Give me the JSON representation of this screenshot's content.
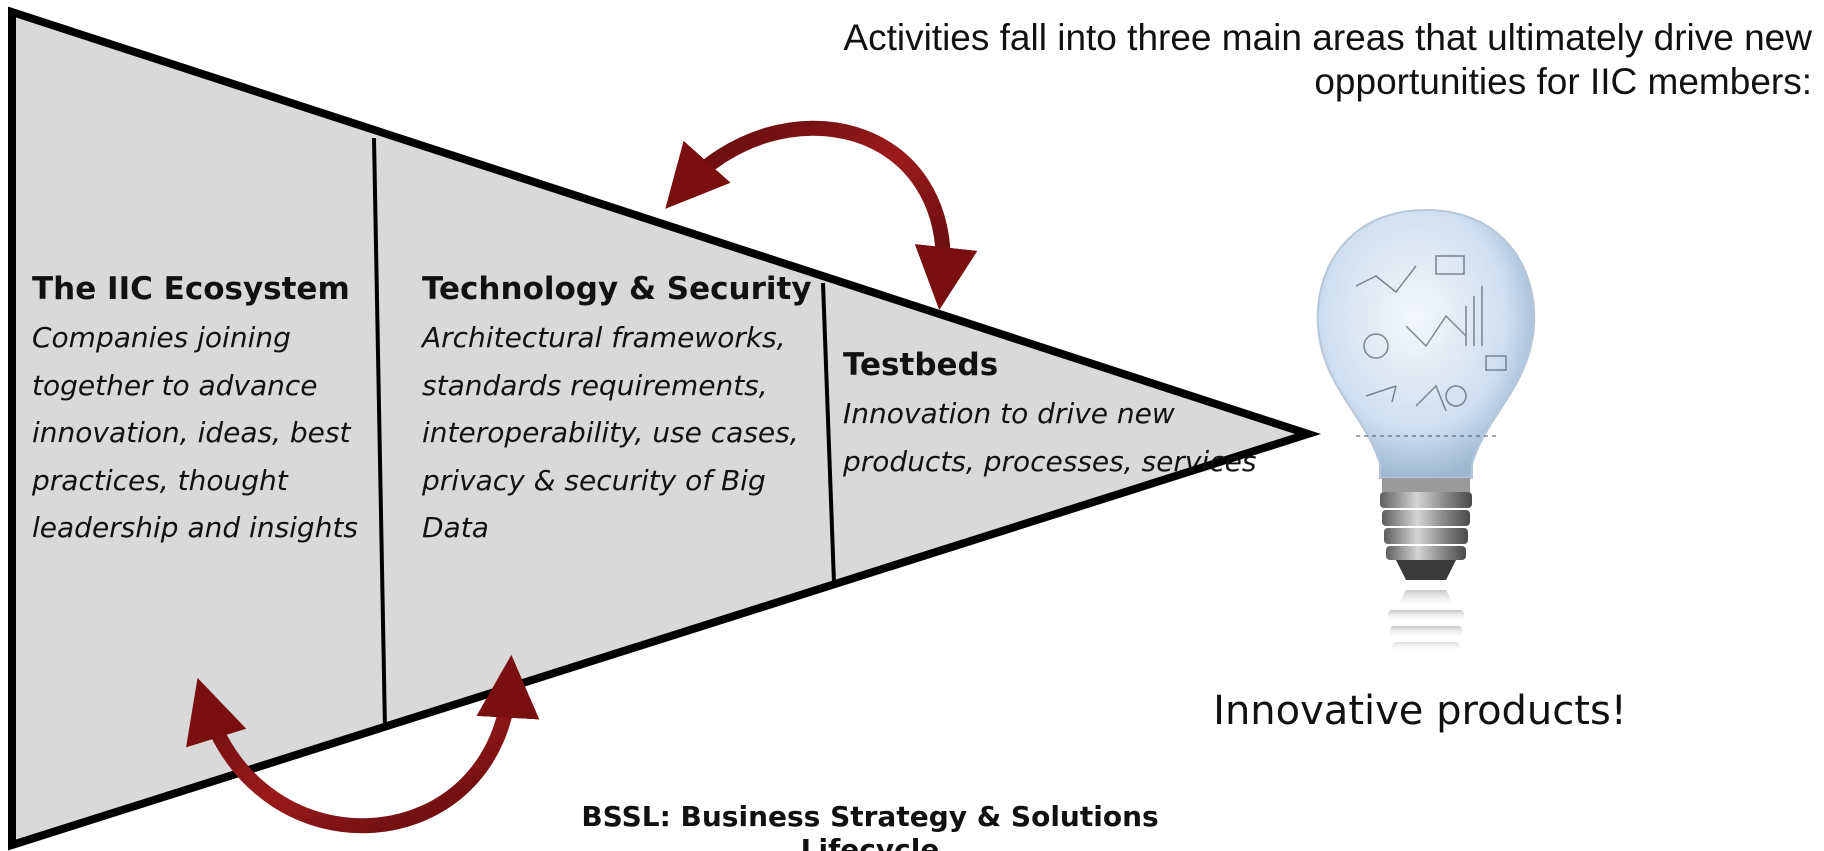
{
  "heading": {
    "line1": "Activities fall into three main areas that ultimately drive new",
    "line2": "opportunities for IIC members:"
  },
  "sections": [
    {
      "title": "The IIC Ecosystem",
      "description": "Companies joining together to advance innovation, ideas, best practices, thought leadership and insights"
    },
    {
      "title": "Technology & Security",
      "description": "Architectural frameworks, standards requirements, interoperability, use cases, privacy & security of Big Data"
    },
    {
      "title": "Testbeds",
      "description": "Innovation to drive new products, processes, services"
    }
  ],
  "result_caption": "Innovative products!",
  "footer_caption": "BSSL: Business Strategy & Solutions Lifecycle",
  "icons": {
    "arrow_top": "curved-arrow-icon",
    "arrow_bottom": "curved-arrow-icon",
    "bulb": "lightbulb-icon"
  },
  "colors": {
    "funnel_fill": "#d9d9d9",
    "funnel_stroke": "#000000",
    "arrow": "#7a0f10",
    "bulb_glass": "#d7e5f3",
    "bulb_base": "#8a8a8a"
  }
}
